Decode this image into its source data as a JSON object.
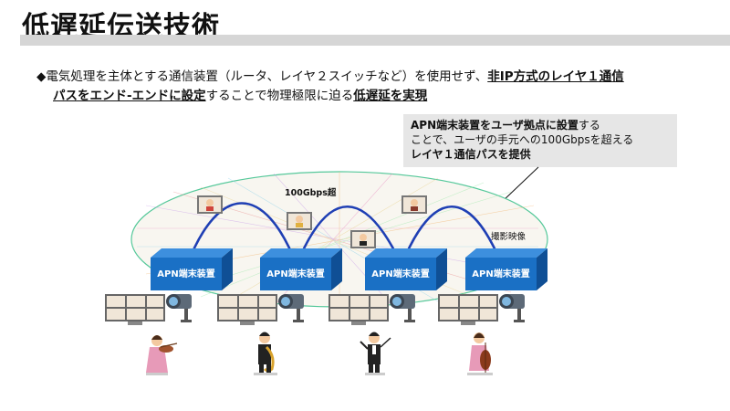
{
  "title": "低遅延伝送技術",
  "bullet": {
    "marker": "◆",
    "line1_plain": "電気処理を主体とする通信装置（ルータ、レイヤ２スイッチなど）を使用せず、",
    "line1_bold": "非IP方式のレイヤ１通信",
    "line2_bold": "パスをエンド-エンドに設定",
    "line2_plain": "することで物理極限に迫る",
    "line2_end": "低遅延を実現"
  },
  "callout": {
    "line1_bold": "APN端末装置をユーザ拠点に設置",
    "line1_plain": "する",
    "line2": "ことで、ユーザの手元への100Gbpsを超える",
    "line3": "レイヤ１通信パスを提供"
  },
  "diagram": {
    "bandwidth_label": "100Gbps超",
    "camera_label": "撮影映像",
    "apn_devices": [
      "APN端末装置",
      "APN端末装置",
      "APN端末装置",
      "APN端末装置"
    ]
  },
  "colors": {
    "apn_box": "#1a70c5",
    "arc": "#1f3fb4",
    "ellipse_stroke": "#55c89a",
    "title_bar": "#d6d6d6"
  }
}
